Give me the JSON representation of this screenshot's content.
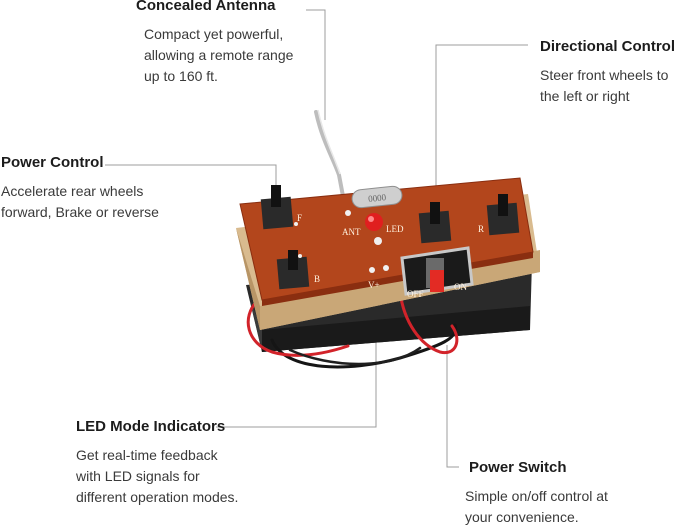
{
  "callouts": {
    "antenna": {
      "title": "Concealed Antenna",
      "desc": "Compact yet powerful,\nallowing a remote range\nup to 160 ft."
    },
    "directional": {
      "title": "Directional Control",
      "desc": "Steer front wheels to\nthe left or right"
    },
    "power_control": {
      "title": "Power Control",
      "desc": "Accelerate rear wheels\nforward, Brake or reverse"
    },
    "led": {
      "title": "LED Mode Indicators",
      "desc": "Get real-time feedback\nwith LED signals for\ndifferent operation modes."
    },
    "switch": {
      "title": "Power Switch",
      "desc": "Simple on/off control at\nyour convenience."
    }
  },
  "board_labels": {
    "ant": "ANT",
    "led": "LED",
    "f": "F",
    "b": "B",
    "r": "R",
    "v": "V+",
    "off": "OFF",
    "on": "ON",
    "crystal": "0000"
  },
  "colors": {
    "pcb": "#b3461c",
    "pcb_edge": "#8a2e10",
    "base": "#e3c79e",
    "holder": "#2b2b2b",
    "wire_red": "#d2232a",
    "line": "#9a9a9a"
  }
}
